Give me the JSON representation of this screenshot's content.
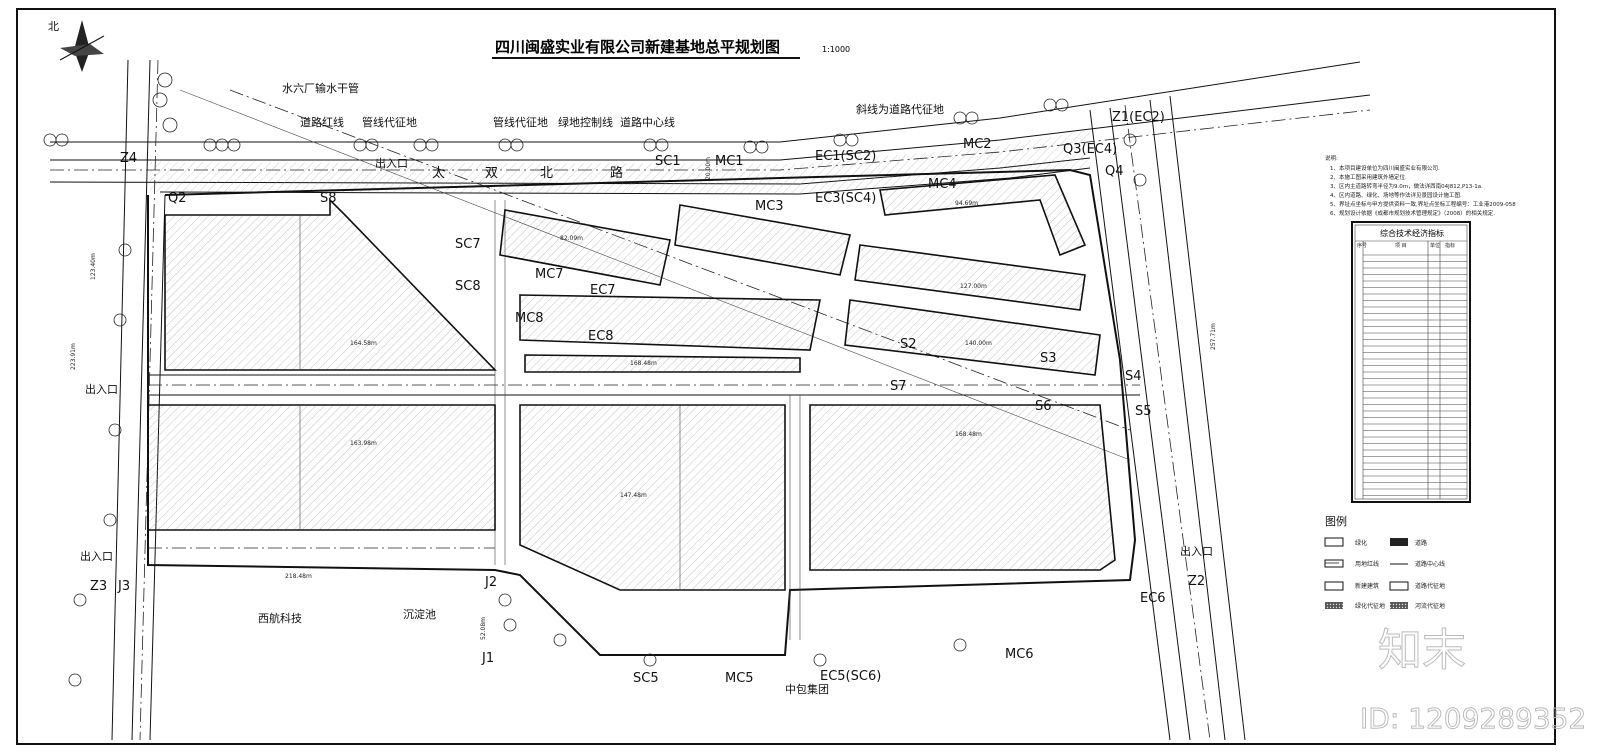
{
  "title": "四川闽盛实业有限公司新建基地总平规划图",
  "scale": "1:1000",
  "north_label": "北",
  "callouts": {
    "water_pipe": "水六厂输水干管",
    "road_red_line": "道路红线",
    "pipeline_land_1": "管线代征地",
    "pipeline_land_2": "管线代征地",
    "green_control": "绿地控制线",
    "road_center": "道路中心线",
    "hatched_road_land": "斜线为道路代征地",
    "sediment_tank": "沉淀池"
  },
  "road_name_chars": [
    "太",
    "双",
    "北",
    "路"
  ],
  "entrances": [
    "出入口",
    "出入口",
    "出入口",
    "出入口"
  ],
  "neighbors": {
    "west_south": "西航科技",
    "south": "中包集团"
  },
  "points": [
    "Z4",
    "Q2",
    "S8",
    "SC8",
    "MC8",
    "EC8",
    "MC7",
    "EC7",
    "SC7",
    "SC1",
    "MC1",
    "EC1(SC2)",
    "MC2",
    "EC3(SC4)",
    "MC3",
    "MC4",
    "Q3(EC4)",
    "Q4",
    "Z1(EC2)",
    "S2",
    "S3",
    "S4",
    "S5",
    "S6",
    "S7",
    "J1",
    "J2",
    "J3",
    "Z3",
    "Z2",
    "EC6",
    "MC6",
    "EC5(SC6)",
    "MC5",
    "SC5"
  ],
  "dimensions": [
    "218.48m",
    "168.48m",
    "164.58m",
    "163.98m",
    "147.48m",
    "168.48m",
    "127.00m",
    "140.00m",
    "223.91m",
    "257.71m",
    "123.40m",
    "20.00m",
    "52.08m",
    "94.69m",
    "82.09m"
  ],
  "notes": {
    "heading": "说明:",
    "items": [
      "1、本项目建设单位为四川闽盛实业有限公司.",
      "2、本施工图采用建筑外墙定位.",
      "3、区内主道路转弯半径为9.0m，做法详西南04J812,P13-1a.",
      "4、区内道路、绿化、场地等作法详见景园设计施工图.",
      "5、界址点坐标与甲方提供资料一致,界址点坐标工程编号：工业港2009-058",
      "6、规划设计依据《成都市规划技术管理规定》（2008）的相关规定."
    ]
  },
  "indicator_table": {
    "title": "综合技术经济指标",
    "columns": [
      "序号",
      "项 目",
      "单位",
      "指标"
    ]
  },
  "legend": {
    "title": "图例",
    "items": [
      "绿化",
      "道路",
      "用地红线",
      "道路中心线",
      "新建建筑",
      "道路代征地",
      "绿化代征地",
      "河流代征地"
    ]
  },
  "watermark": {
    "brand": "知末",
    "id": "ID: 1209289352"
  }
}
